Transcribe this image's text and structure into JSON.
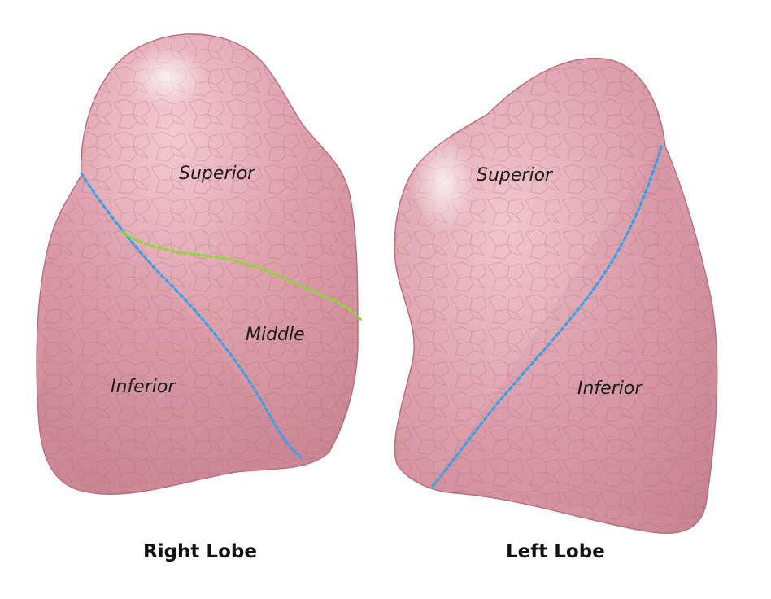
{
  "right_lung": {
    "caption": "Right Lobe",
    "labels": {
      "superior": "Superior",
      "middle": "Middle",
      "inferior": "Inferior"
    }
  },
  "left_lung": {
    "caption": "Left Lobe",
    "labels": {
      "superior": "Superior",
      "inferior": "Inferior"
    }
  },
  "colors": {
    "background": "#ffffff",
    "lung_fill": "#d99aa6",
    "lung_edge": "#b8707f",
    "oblique_fissure": "#3aa0e8",
    "horizontal_fissure": "#8fd63a",
    "label_text": "#1c1c1c"
  }
}
